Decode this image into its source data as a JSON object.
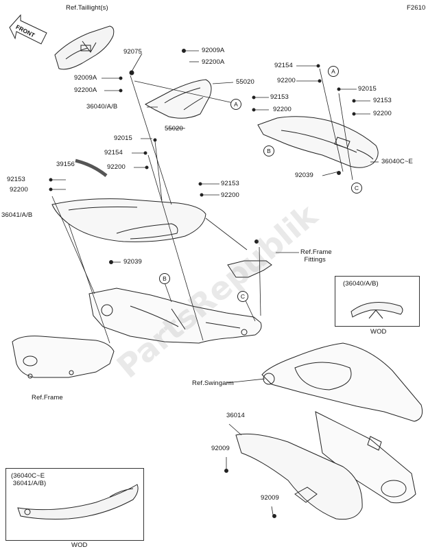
{
  "figure_code": "F2610",
  "front_label": "FRONT",
  "watermark": "PartsRepublik",
  "references": {
    "taillight": "Ref.Taillight(s)",
    "frame_fittings": "Ref.Frame\n  Fittings",
    "frame": "Ref.Frame",
    "swingarm": "Ref.Swingarm"
  },
  "part_labels": {
    "p92075": "92075",
    "p92009a_1": "92009A",
    "p92009a_2": "92009A",
    "p92200a_1": "92200A",
    "p92200a_2": "92200A",
    "p55020_1": "55020",
    "p55020_2": "55020",
    "p36040ab": "36040/A/B",
    "p92015_1": "92015",
    "p92015_2": "92015",
    "p92154_1": "92154",
    "p92154_2": "92154",
    "p92200_1": "92200",
    "p92200_2": "92200",
    "p92200_3": "92200",
    "p92200_4": "92200",
    "p92200_5": "92200",
    "p92200_6": "92200",
    "p92153_1": "92153",
    "p92153_2": "92153",
    "p92153_3": "92153",
    "p92153_4": "92153",
    "p39156": "39156",
    "p36041ab": "36041/A/B",
    "p92039_1": "92039",
    "p92039_2": "92039",
    "p36040ce": "36040C~E",
    "p36014": "36014",
    "p92009_1": "92009",
    "p92009_2": "92009"
  },
  "callouts": {
    "a1": "A",
    "a2": "A",
    "b1": "B",
    "b2": "B",
    "c1": "C",
    "c2": "C"
  },
  "inset_right": {
    "models": "(36040/A/B)",
    "caption": "WOD"
  },
  "inset_left": {
    "models": "(36040C~E\n 36041/A/B)",
    "caption": "WOD"
  }
}
